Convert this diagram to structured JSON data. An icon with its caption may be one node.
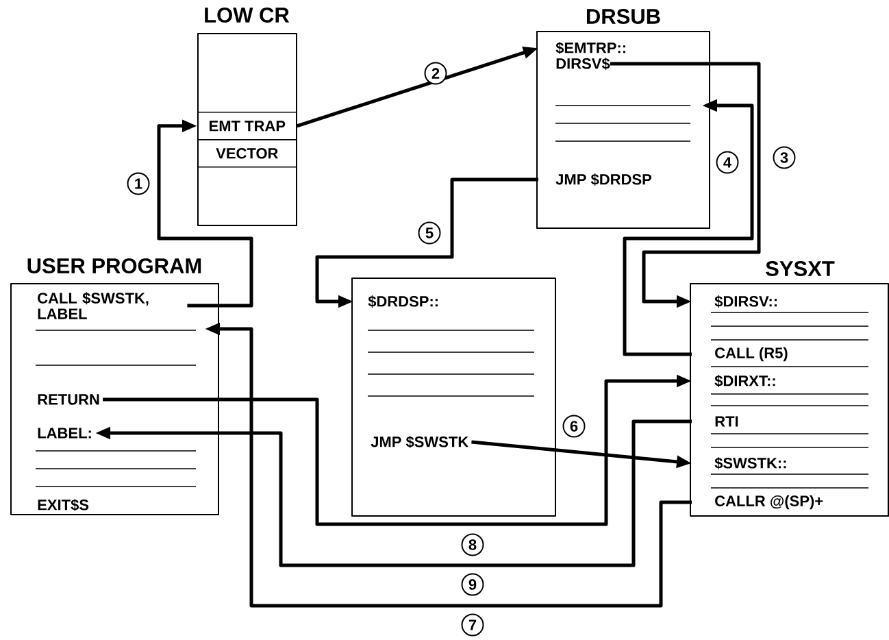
{
  "diagram": {
    "nodes": [
      {
        "text": [
          "LOW CR"
        ]
      },
      {
        "text": [
          "EMT TRAP"
        ],
        "in": 0
      },
      {
        "text": [
          "VECTOR"
        ],
        "in": 0
      },
      {
        "text": [
          "DRSUB"
        ]
      },
      {
        "text": [
          "$EMTRP::"
        ],
        "in": 3
      },
      {
        "text": [
          "DIRSV$"
        ],
        "in": 3
      },
      {
        "text": [
          "JMP $DRDSP"
        ],
        "in": 3
      },
      {
        "text": [
          "USER PROGRAM"
        ]
      },
      {
        "text": [
          "CALL $SWSTK, LABEL"
        ],
        "in": 7
      },
      {
        "text": [
          "RETURN"
        ],
        "in": 7
      },
      {
        "text": [
          "LABEL:"
        ],
        "in": 7
      },
      {
        "text": [
          "EXIT$S"
        ],
        "in": 7
      },
      {
        "text": [],
        "shape": "box"
      },
      {
        "text": [
          "$DRDSP::"
        ],
        "in": 12
      },
      {
        "text": [
          "JMP $SWSTK"
        ],
        "in": 12
      },
      {
        "text": [
          "SYSXT"
        ]
      },
      {
        "text": [
          "$DIRSV::"
        ],
        "in": 15
      },
      {
        "text": [
          "CALL  (R5)"
        ],
        "in": 15
      },
      {
        "text": [
          "$DIRXT::"
        ],
        "in": 15
      },
      {
        "text": [
          "RTI"
        ],
        "in": 15
      },
      {
        "text": [
          "$SWSTK::"
        ],
        "in": 15
      },
      {
        "text": [
          "CALLR @(SP)+"
        ],
        "in": 15
      }
    ],
    "edges": [
      {
        "from": 8,
        "to": 1,
        "arrow": "to",
        "label": "1"
      },
      {
        "from": 1,
        "to": 4,
        "arrow": "to",
        "label": "2"
      },
      {
        "from": 5,
        "to": 16,
        "arrow": "to",
        "label": "3"
      },
      {
        "from": 17,
        "to": 3,
        "arrow": "to",
        "label": "4"
      },
      {
        "from": 6,
        "to": 13,
        "arrow": "to",
        "label": "5"
      },
      {
        "from": 14,
        "to": 20,
        "arrow": "to",
        "label": "6"
      },
      {
        "from": 21,
        "to": 7,
        "arrow": "to",
        "label": "7"
      },
      {
        "from": 9,
        "to": 18,
        "arrow": "to",
        "label": "8"
      },
      {
        "from": 19,
        "to": 10,
        "arrow": "to",
        "label": "9"
      }
    ]
  }
}
